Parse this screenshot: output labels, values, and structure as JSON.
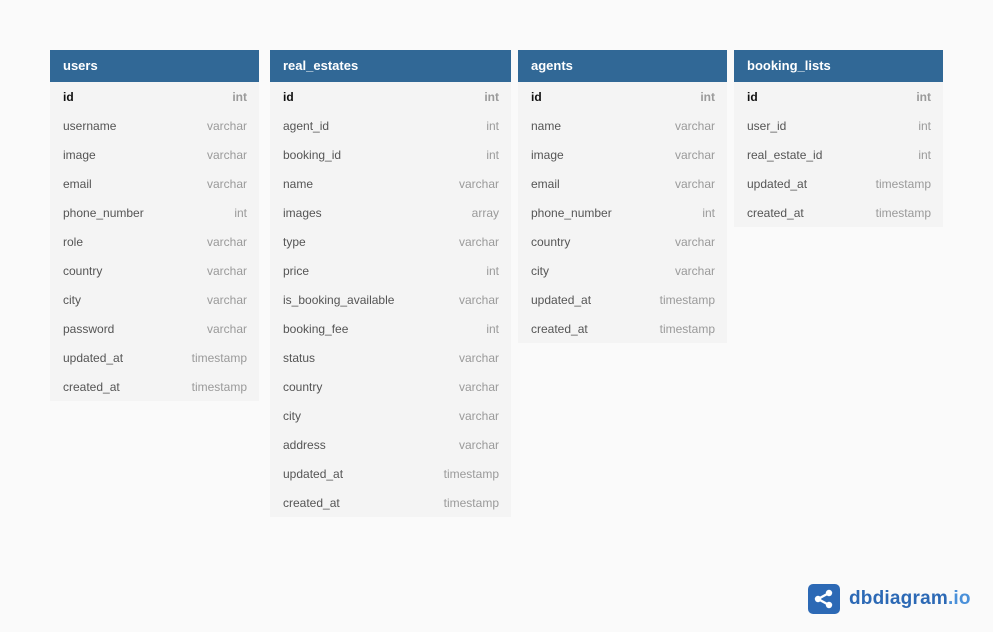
{
  "tables": [
    {
      "name": "users",
      "fields": [
        {
          "name": "id",
          "type": "int",
          "pk": true
        },
        {
          "name": "username",
          "type": "varchar"
        },
        {
          "name": "image",
          "type": "varchar"
        },
        {
          "name": "email",
          "type": "varchar"
        },
        {
          "name": "phone_number",
          "type": "int"
        },
        {
          "name": "role",
          "type": "varchar"
        },
        {
          "name": "country",
          "type": "varchar"
        },
        {
          "name": "city",
          "type": "varchar"
        },
        {
          "name": "password",
          "type": "varchar"
        },
        {
          "name": "updated_at",
          "type": "timestamp"
        },
        {
          "name": "created_at",
          "type": "timestamp"
        }
      ]
    },
    {
      "name": "real_estates",
      "fields": [
        {
          "name": "id",
          "type": "int",
          "pk": true
        },
        {
          "name": "agent_id",
          "type": "int"
        },
        {
          "name": "booking_id",
          "type": "int"
        },
        {
          "name": "name",
          "type": "varchar"
        },
        {
          "name": "images",
          "type": "array"
        },
        {
          "name": "type",
          "type": "varchar"
        },
        {
          "name": "price",
          "type": "int"
        },
        {
          "name": "is_booking_available",
          "type": "varchar"
        },
        {
          "name": "booking_fee",
          "type": "int"
        },
        {
          "name": "status",
          "type": "varchar"
        },
        {
          "name": "country",
          "type": "varchar"
        },
        {
          "name": "city",
          "type": "varchar"
        },
        {
          "name": "address",
          "type": "varchar"
        },
        {
          "name": "updated_at",
          "type": "timestamp"
        },
        {
          "name": "created_at",
          "type": "timestamp"
        }
      ]
    },
    {
      "name": "agents",
      "fields": [
        {
          "name": "id",
          "type": "int",
          "pk": true
        },
        {
          "name": "name",
          "type": "varchar"
        },
        {
          "name": "image",
          "type": "varchar"
        },
        {
          "name": "email",
          "type": "varchar"
        },
        {
          "name": "phone_number",
          "type": "int"
        },
        {
          "name": "country",
          "type": "varchar"
        },
        {
          "name": "city",
          "type": "varchar"
        },
        {
          "name": "updated_at",
          "type": "timestamp"
        },
        {
          "name": "created_at",
          "type": "timestamp"
        }
      ]
    },
    {
      "name": "booking_lists",
      "fields": [
        {
          "name": "id",
          "type": "int",
          "pk": true
        },
        {
          "name": "user_id",
          "type": "int"
        },
        {
          "name": "real_estate_id",
          "type": "int"
        },
        {
          "name": "updated_at",
          "type": "timestamp"
        },
        {
          "name": "created_at",
          "type": "timestamp"
        }
      ]
    }
  ],
  "brand": {
    "name": "dbdiagram",
    "suffix": ".io",
    "icon": "share-nodes-icon",
    "color": "#2c69b5"
  },
  "colors": {
    "header": "#316896",
    "table_bg": "#f4f4f4"
  }
}
